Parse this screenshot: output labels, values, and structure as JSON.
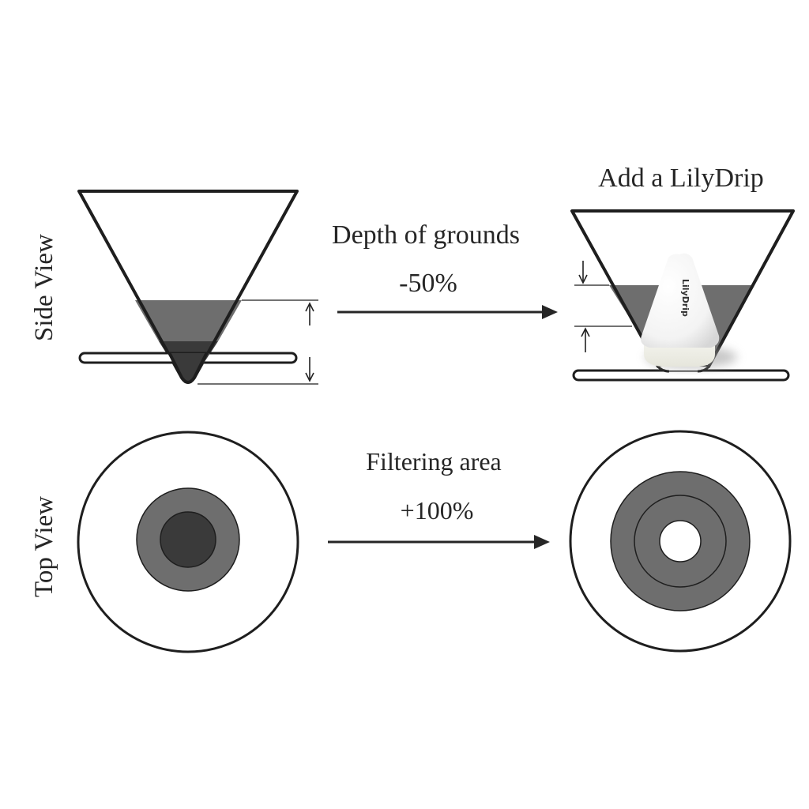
{
  "labels": {
    "side_view": "Side View",
    "top_view": "Top View",
    "add_lilydrip": "Add a LilyDrip",
    "depth_title": "Depth of grounds",
    "depth_value": "-50%",
    "area_title": "Filtering area",
    "area_value": "+100%",
    "product_logo": "LilyDrip"
  },
  "colors": {
    "outline": "#1e1e1e",
    "grounds_light": "#6e6e6e",
    "grounds_dark": "#3a3a3a",
    "background": "#ffffff"
  }
}
